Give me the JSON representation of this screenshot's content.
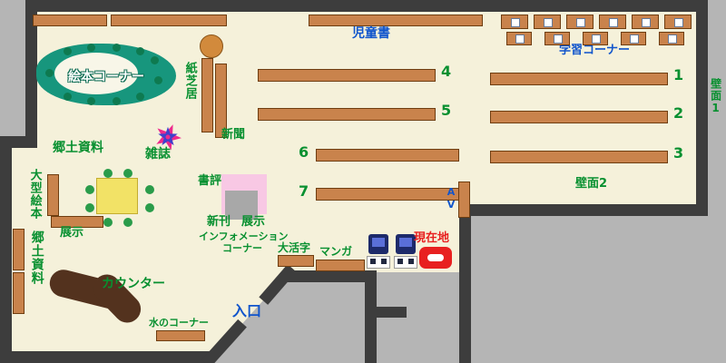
{
  "colors": {
    "floor": "#f5f1da",
    "wall": "#3d3d3d",
    "shelf": "#c9834c",
    "green_label": "#089030",
    "blue_label": "#1055cc",
    "red_label": "#e82020",
    "teal_area": "#17967d",
    "counter": "#53321e",
    "current_location_icon": "#e82020"
  },
  "labels": {
    "picture_book_corner": "絵本コーナー",
    "kamishibai": "紙芝居",
    "newspaper": "新聞",
    "magazine": "雑誌",
    "local_materials": "郷土資料",
    "large_picture_books": "大型絵本",
    "exhibit": "展示",
    "counter": "カウンター",
    "water_corner": "水のコーナー",
    "entrance": "入口",
    "book_review": "書評",
    "new_books": "新刊",
    "new_books_exhibit": "展示",
    "information_line1": "インフォメーション",
    "information_line2": "コーナー",
    "large_print": "大活字",
    "manga": "マンガ",
    "current_location": "現在地",
    "children_books": "児童書",
    "study_corner": "学習コーナー",
    "wall_face_1": "壁面1",
    "wall_face_2": "壁面2",
    "av": "AV"
  },
  "shelf_numbers": {
    "n1": "1",
    "n2": "2",
    "n3": "3",
    "n4": "4",
    "n5": "5",
    "n6": "6",
    "n7": "7"
  }
}
